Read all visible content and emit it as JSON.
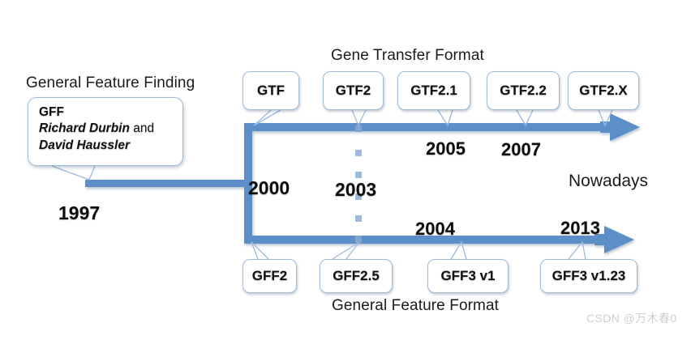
{
  "diagram": {
    "title_top": "Gene Transfer Format",
    "title_bottom": "General Feature Format",
    "title_left": "General Feature Finding",
    "nowadays_label": "Nowadays",
    "accent_color": "#5B8FC7",
    "bubble_border_color": "#9DBBDC",
    "text_color": "#111111"
  },
  "origin_callout": {
    "name": "GFF",
    "author_1": "Richard Durbin",
    "conjunction": " and",
    "author_2": "David Haussler"
  },
  "top_branch": {
    "label": "Gene Transfer Format",
    "callouts": [
      {
        "label": "GTF"
      },
      {
        "label": "GTF2"
      },
      {
        "label": "GTF2.1"
      },
      {
        "label": "GTF2.2"
      },
      {
        "label": "GTF2.X"
      }
    ],
    "years": [
      "2005",
      "2007"
    ]
  },
  "bottom_branch": {
    "label": "General Feature Format",
    "callouts": [
      {
        "label": "GFF2"
      },
      {
        "label": "GFF2.5"
      },
      {
        "label": "GFF3 v1"
      },
      {
        "label": "GFF3 v1.23"
      }
    ],
    "years": [
      "2004",
      "2013"
    ]
  },
  "years": {
    "start": "1997",
    "split": "2000",
    "dotted": "2003",
    "top_mid": "2005",
    "top_late": "2007",
    "bottom_mid": "2004",
    "bottom_late": "2013"
  },
  "watermark": "CSDN @万木春0"
}
